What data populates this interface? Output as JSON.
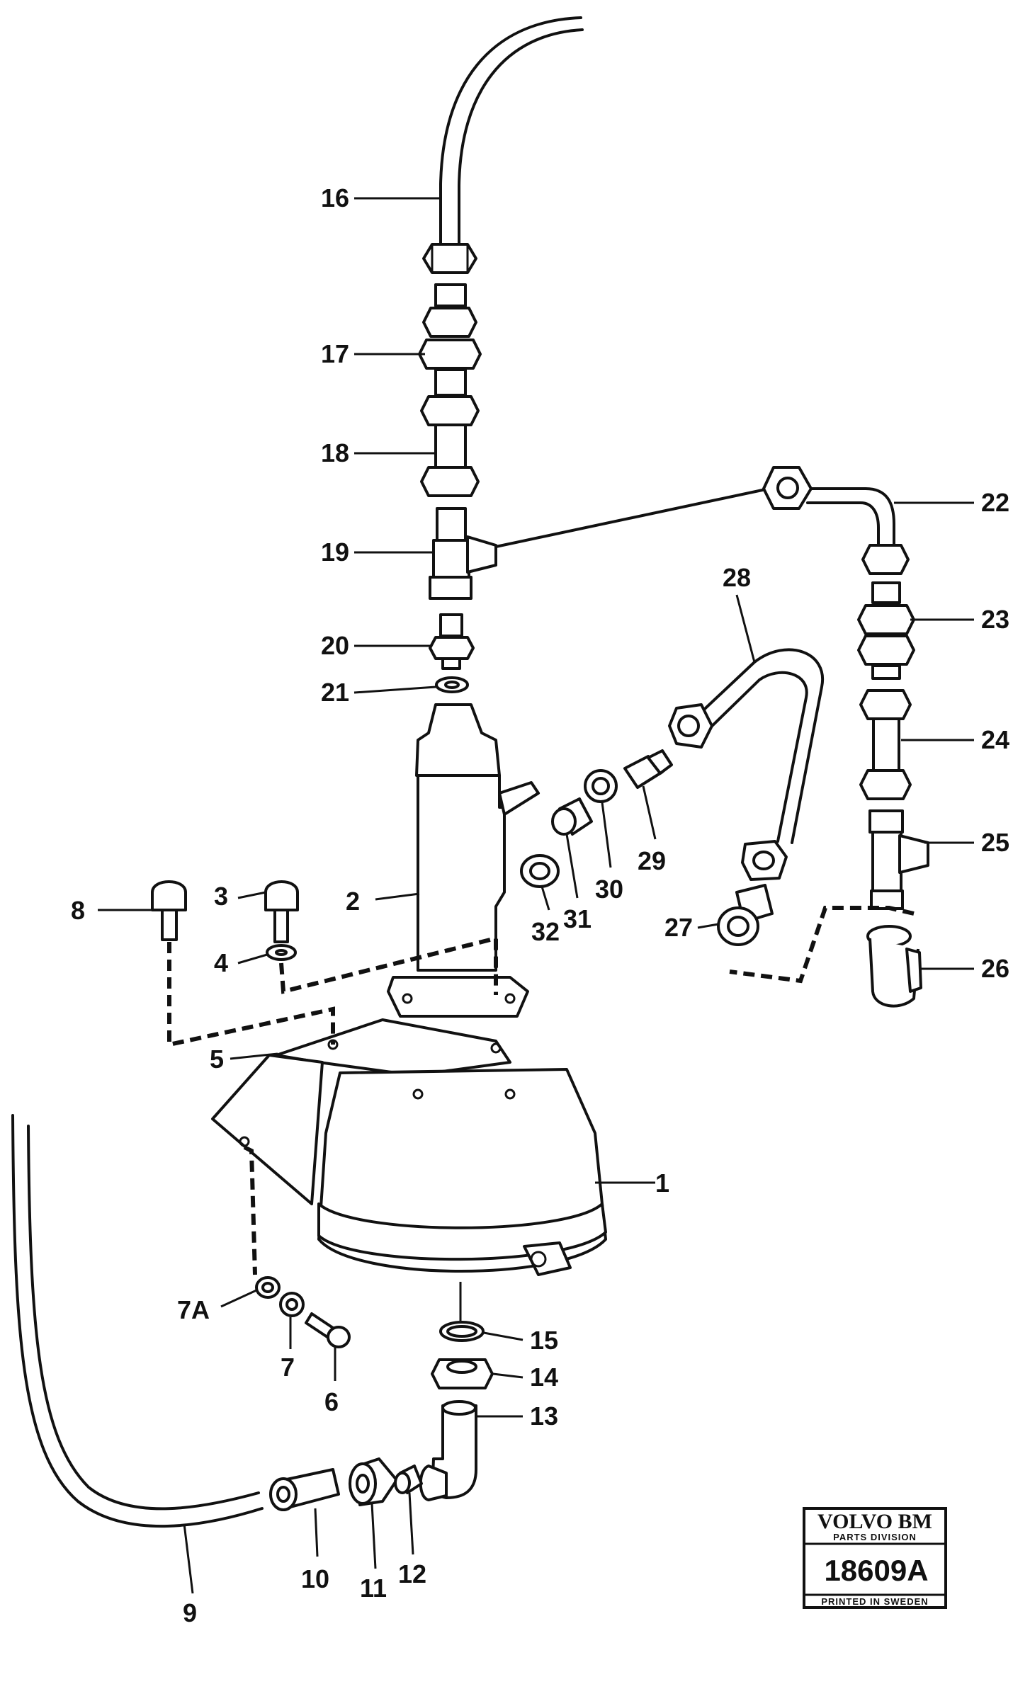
{
  "diagram": {
    "labels": {
      "l1": "1",
      "l2": "2",
      "l3": "3",
      "l4": "4",
      "l5": "5",
      "l6": "6",
      "l7": "7",
      "l7a": "7A",
      "l8": "8",
      "l9": "9",
      "l10": "10",
      "l11": "11",
      "l12": "12",
      "l13": "13",
      "l14": "14",
      "l15": "15",
      "l16": "16",
      "l17": "17",
      "l18": "18",
      "l19": "19",
      "l20": "20",
      "l21": "21",
      "l22": "22",
      "l23": "23",
      "l24": "24",
      "l25": "25",
      "l26": "26",
      "l27": "27",
      "l28": "28",
      "l29": "29",
      "l30": "30",
      "l31": "31",
      "l32": "32"
    },
    "badge": {
      "brand": "VOLVO BM",
      "division": "PARTS DIVISION",
      "number": "18609A",
      "printed": "PRINTED IN SWEDEN"
    }
  }
}
